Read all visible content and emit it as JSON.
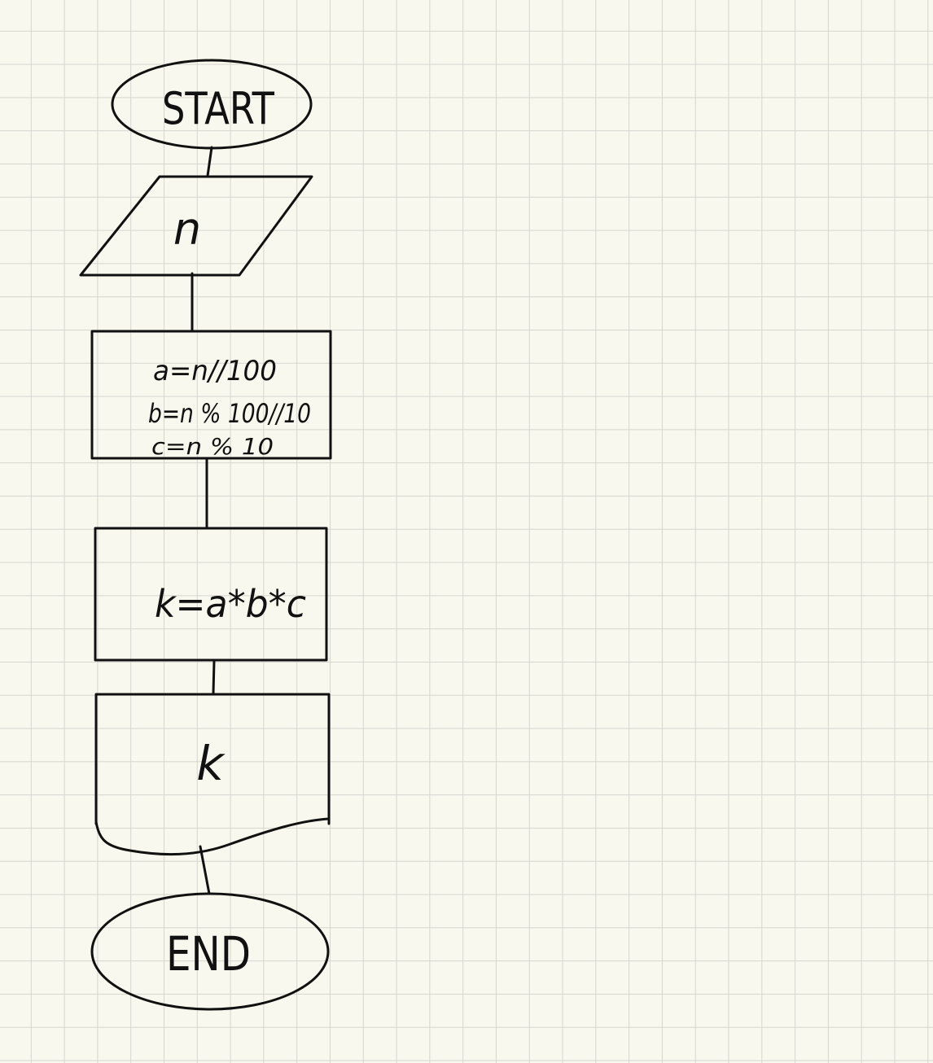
{
  "flowchart": {
    "start_label": "START",
    "input_label": "n",
    "process1_lines": [
      "a=n//100",
      "b=n % 100//10",
      "c=n % 10"
    ],
    "process2_label": "k=a*b*c",
    "output_label": "k",
    "end_label": "END"
  },
  "colors": {
    "paper": "#f8f8ee",
    "grid": "#d6d6d0",
    "ink": "#111111"
  }
}
